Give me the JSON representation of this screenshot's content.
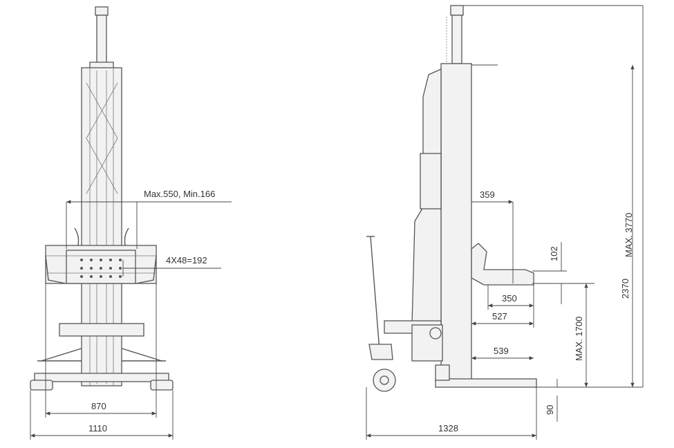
{
  "front_view": {
    "stroke_labels": "Max.550, Min.166",
    "holes_label": "4X48=192",
    "inner_width": "870",
    "outer_width": "1110"
  },
  "side_view": {
    "dim_359": "359",
    "dim_102": "102",
    "dim_350": "350",
    "dim_527": "527",
    "dim_539": "539",
    "dim_90": "90",
    "overall_length": "1328",
    "max_lift": "MAX. 1700",
    "column_height": "2370",
    "max_height": "MAX. 3770"
  },
  "colors": {
    "line": "#555555",
    "fill": "#f2f2f2",
    "text": "#333333"
  }
}
